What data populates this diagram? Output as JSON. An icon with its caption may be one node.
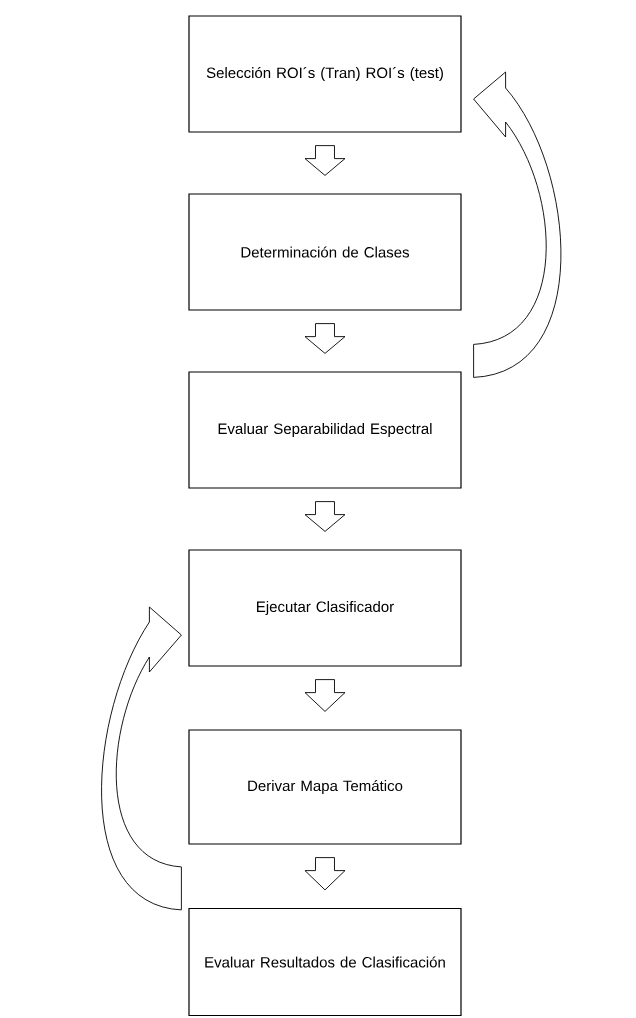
{
  "diagram": {
    "nodes": [
      {
        "text": [
          "Selección ROI´s (Tran) ROI´s (test)"
        ]
      },
      {
        "text": [
          "Determinación de Clases"
        ]
      },
      {
        "text": [
          "Evaluar Separabilidad Espectral"
        ]
      },
      {
        "text": [
          "Ejecutar Clasificador"
        ]
      },
      {
        "text": [
          "Derivar Mapa Temático"
        ]
      },
      {
        "text": [
          "Evaluar Resultados de Clasificación"
        ]
      }
    ],
    "edges": [
      {
        "from": 0,
        "to": 1,
        "arrow": "to"
      },
      {
        "from": 1,
        "to": 2,
        "arrow": "to"
      },
      {
        "from": 2,
        "to": 3,
        "arrow": "to"
      },
      {
        "from": 3,
        "to": 4,
        "arrow": "to"
      },
      {
        "from": 4,
        "to": 5,
        "arrow": "to"
      },
      {
        "from": 2,
        "to": 0,
        "arrow": "to"
      },
      {
        "from": 5,
        "to": 3,
        "arrow": "to"
      }
    ]
  }
}
